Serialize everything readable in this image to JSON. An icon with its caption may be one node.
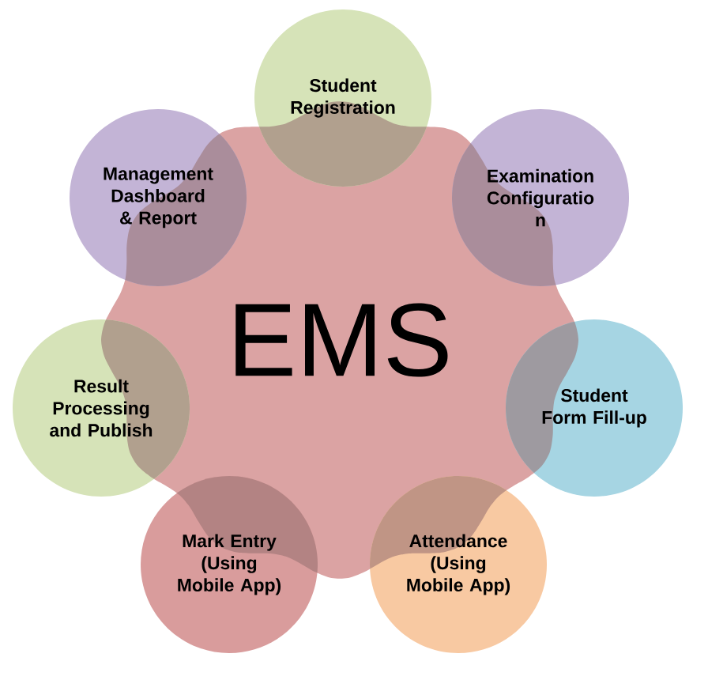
{
  "diagram": {
    "nodes": [
      {
        "text": [
          "EMS"
        ]
      },
      {
        "text": [
          "Student Registration"
        ]
      },
      {
        "text": [
          "Examination Configuratio n"
        ]
      },
      {
        "text": [
          "Student Form Fill-up"
        ]
      },
      {
        "text": [
          "Attendance (Using Mobile App)"
        ]
      },
      {
        "text": [
          "Mark Entry (Using Mobile App)"
        ]
      },
      {
        "text": [
          "Result Processing and Publish"
        ]
      },
      {
        "text": [
          "Management Dashboard & Report"
        ]
      }
    ]
  }
}
